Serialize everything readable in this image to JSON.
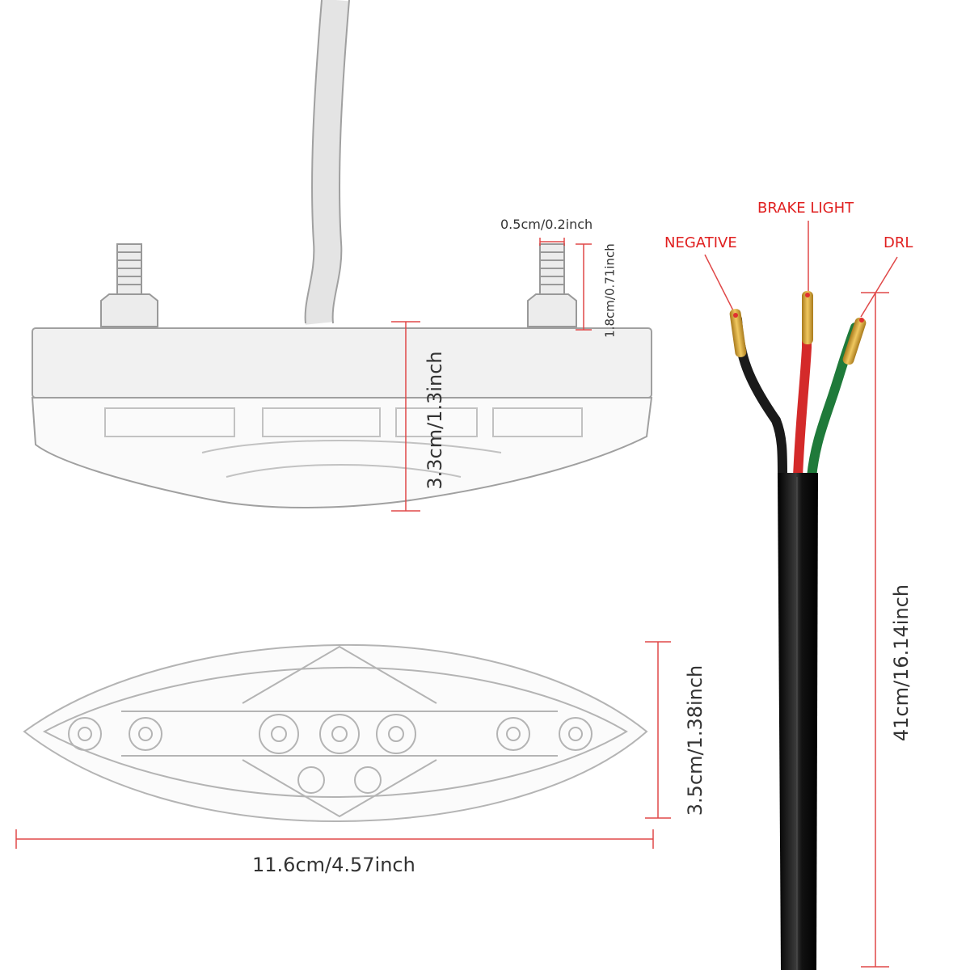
{
  "dimensions": {
    "bolt_width": "0.5cm/0.2inch",
    "bolt_height": "1.8cm/0.71inch",
    "side_height": "3.3cm/1.3inch",
    "front_height": "3.5cm/1.38inch",
    "front_width": "11.6cm/4.57inch",
    "cable_length": "41cm/16.14inch"
  },
  "wires": {
    "negative": "NEGATIVE",
    "brake": "BRAKE LIGHT",
    "drl": "DRL"
  },
  "colors": {
    "dimension_line": "#e04040",
    "label_red": "#e02020",
    "text_dark": "#333333",
    "wire_black": "#1a1a1a",
    "wire_red": "#d42a2a",
    "wire_green": "#1f7a3a",
    "terminal_brass": "#c99a30",
    "sketch_gray": "#b0b0b0"
  }
}
